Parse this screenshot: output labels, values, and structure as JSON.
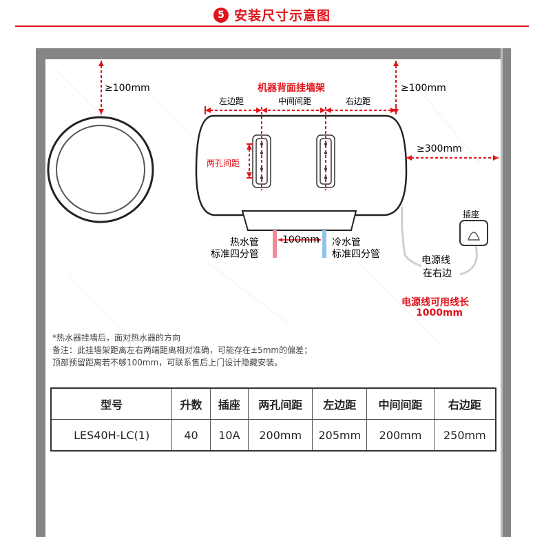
{
  "header": {
    "number": "5",
    "title": "安装尺寸示意图"
  },
  "diagram": {
    "top_clearance_left": "≥100mm",
    "top_clearance_right": "≥100mm",
    "right_clearance": "≥300mm",
    "bracket_title": "机器背面挂墙架",
    "left_distance": "左边距",
    "middle_distance": "中间间距",
    "right_distance": "右边距",
    "hole_spacing": "两孔间距",
    "pipe_spacing": "100mm",
    "hot_pipe": [
      "热水管",
      "标准四分管"
    ],
    "cold_pipe": [
      "冷水管",
      "标准四分管"
    ],
    "socket": "插座",
    "cord_position": [
      "电源线",
      "在右边"
    ],
    "cord_length": [
      "电源线可用线长",
      "1000mm"
    ]
  },
  "notes": [
    "*热水器挂墙后，面对热水器的方向",
    "备注：此挂墙架距离左右两端距离相对准确，可能存在±5mm的偏差；",
    "顶部预留距离若不够100mm，可联系售后上门设计隐藏安装。"
  ],
  "table": {
    "headers": [
      "型号",
      "升数",
      "插座",
      "两孔间距",
      "左边距",
      "中间间距",
      "右边距"
    ],
    "row": [
      "LES40H-LC(1)",
      "40",
      "10A",
      "200mm",
      "205mm",
      "200mm",
      "250mm"
    ]
  },
  "colors": {
    "accent": "#e0141b",
    "wall": "#858585",
    "hot": "#f08a9a",
    "cold": "#8ec4ec"
  }
}
